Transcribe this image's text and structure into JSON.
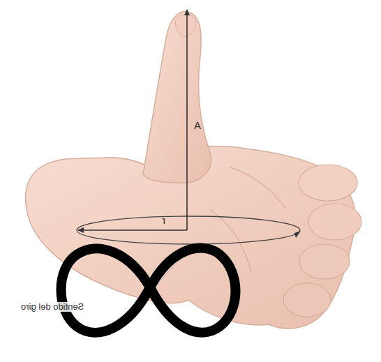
{
  "diagram": {
    "labels": [
      "A",
      "r",
      "Sentido del giro"
    ]
  }
}
